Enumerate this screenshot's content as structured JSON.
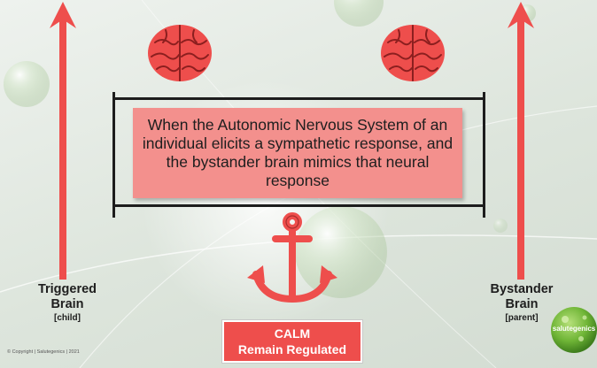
{
  "message": "When the Autonomic Nervous System of an individual elicits a sympathetic response, and the bystander brain mimics that neural response",
  "left_label": {
    "main": "Triggered\nBrain",
    "sub": "[child]"
  },
  "right_label": {
    "main": "Bystander\nBrain",
    "sub": "[parent]"
  },
  "calm": {
    "line1": "CALM",
    "line2": "Remain Regulated"
  },
  "copyright": "© Copyright | Salutegenics | 2021",
  "logo_text": "salutegenics",
  "colors": {
    "arrow_red": "#ee4e4c",
    "message_fill": "#f3908d",
    "calm_fill": "#ee4e4c",
    "frame": "#1d1d1d",
    "logo_green": "#7cc142"
  },
  "icons": [
    "up-arrow-icon",
    "brain-icon",
    "anchor-icon",
    "logo-icon"
  ]
}
